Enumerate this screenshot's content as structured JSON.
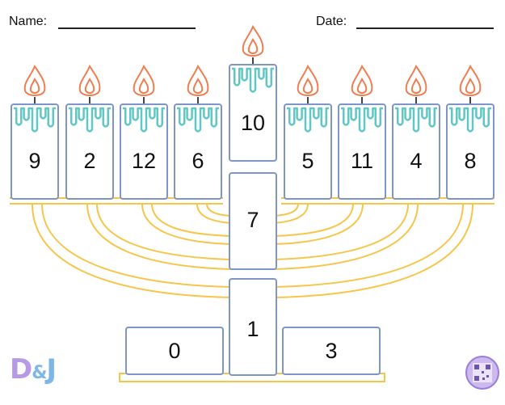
{
  "header": {
    "name_label": "Name:",
    "date_label": "Date:"
  },
  "menorah": {
    "shamash_number": "10",
    "candles": [
      {
        "number": "9"
      },
      {
        "number": "2"
      },
      {
        "number": "12"
      },
      {
        "number": "6"
      },
      {
        "number": "5"
      },
      {
        "number": "11"
      },
      {
        "number": "4"
      },
      {
        "number": "8"
      }
    ],
    "stem_upper_number": "7",
    "stem_lower_number": "1",
    "base_left_number": "0",
    "base_right_number": "3"
  },
  "logo": {
    "letter_1": "D",
    "ampersand": "&",
    "letter_2": "J"
  },
  "colors": {
    "box_border": "#7d95c9",
    "wax_drip": "#5fc7c4",
    "flame": "#ef7d4f",
    "menorah_arms": "#f6c54a"
  }
}
